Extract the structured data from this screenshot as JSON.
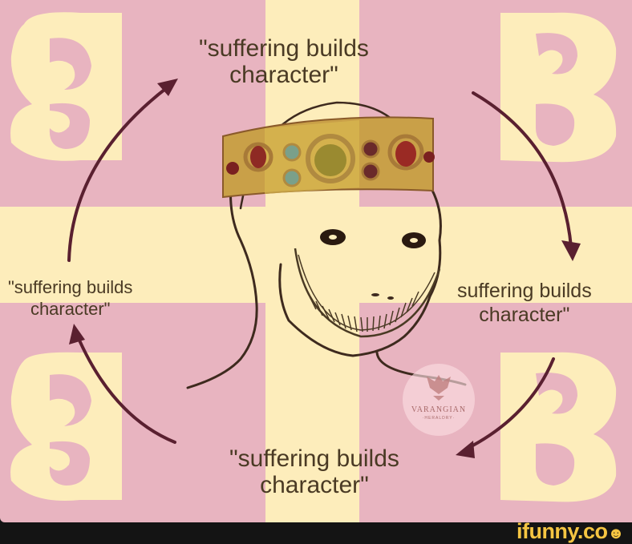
{
  "captions": {
    "top": [
      "\"suffering builds",
      "character\""
    ],
    "right": [
      "suffering builds",
      "character\""
    ],
    "bottom": [
      "\"suffering builds",
      "character\""
    ],
    "left": [
      "\"suffering builds",
      "character\""
    ]
  },
  "watermark": {
    "name": "VARANGIAN",
    "sub": "·HERALDRY·"
  },
  "footer": {
    "logo": "ifunny.co",
    "logo_icon": "smiley-icon"
  },
  "colors": {
    "pink": "#e8b4c0",
    "cream": "#fdedbb",
    "line": "#3e2a1e",
    "arrow": "#5a2030",
    "logo": "#f5c542"
  }
}
